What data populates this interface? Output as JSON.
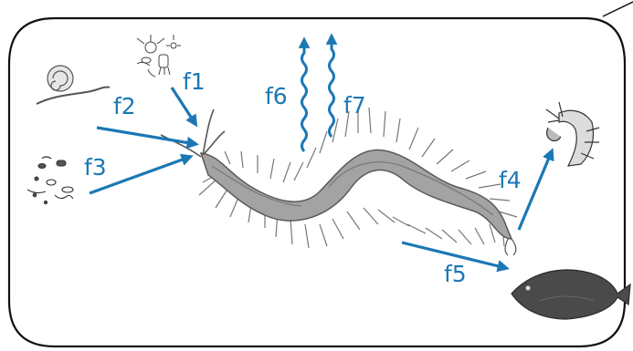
{
  "colors": {
    "arrow": "#1b78b4",
    "frame": "#111111",
    "worm_body": "#9a9a9a",
    "worm_dark": "#555555",
    "fish": "#4a4a4a"
  },
  "icons": {
    "worm": "polychaete-worm-icon",
    "top_left": "plankton-cluster-icon",
    "left_upper": "shell-and-worm-icon",
    "left_lower": "detritus-cluster-icon",
    "right_upper": "shrimp-icon",
    "right_lower": "flatfish-icon"
  },
  "fluxes": {
    "f1": "f1",
    "f2": "f2",
    "f3": "f3",
    "f4": "f4",
    "f5": "f5",
    "f6": "f6",
    "f7": "f7"
  }
}
